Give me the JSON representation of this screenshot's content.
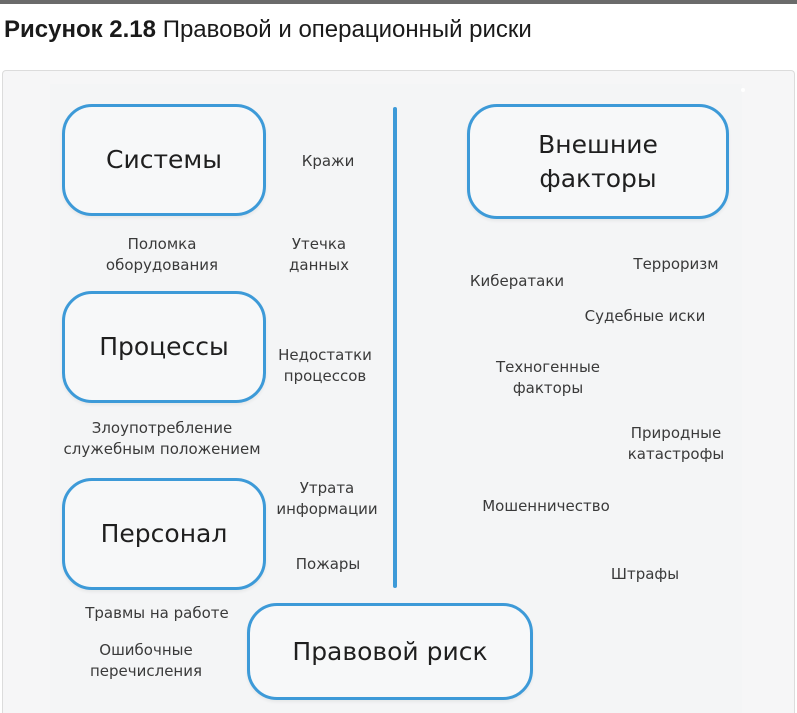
{
  "figure": {
    "number": "Рисунок 2.18",
    "caption": "Правовой и операционный риски"
  },
  "boxes": {
    "systems": "Системы",
    "processes": "Процессы",
    "personnel": "Персонал",
    "external_line1": "Внешние",
    "external_line2": "факторы",
    "legal": "Правовой риск"
  },
  "left_labels": {
    "theft": "Кражи",
    "equipment_line1": "Поломка",
    "equipment_line2": "оборудования",
    "leak_line1": "Утечка",
    "leak_line2": "данных",
    "process_flaws_line1": "Недостатки",
    "process_flaws_line2": "процессов",
    "abuse_line1": "Злоупотребление",
    "abuse_line2": "служебным положением",
    "info_loss_line1": "Утрата",
    "info_loss_line2": "информации",
    "fires": "Пожары",
    "injuries": "Травмы на работе",
    "transfers_line1": "Ошибочные",
    "transfers_line2": "перечисления"
  },
  "right_labels": {
    "terrorism": "Терроризм",
    "cyberattacks": "Кибератаки",
    "lawsuits": "Судебные иски",
    "technogenic_line1": "Техногенные",
    "technogenic_line2": "факторы",
    "natural_line1": "Природные",
    "natural_line2": "катастрофы",
    "fraud": "Мошенничество",
    "fines": "Штрафы"
  },
  "colors": {
    "accent": "#3d9ad8",
    "text": "#1f1f1f"
  }
}
